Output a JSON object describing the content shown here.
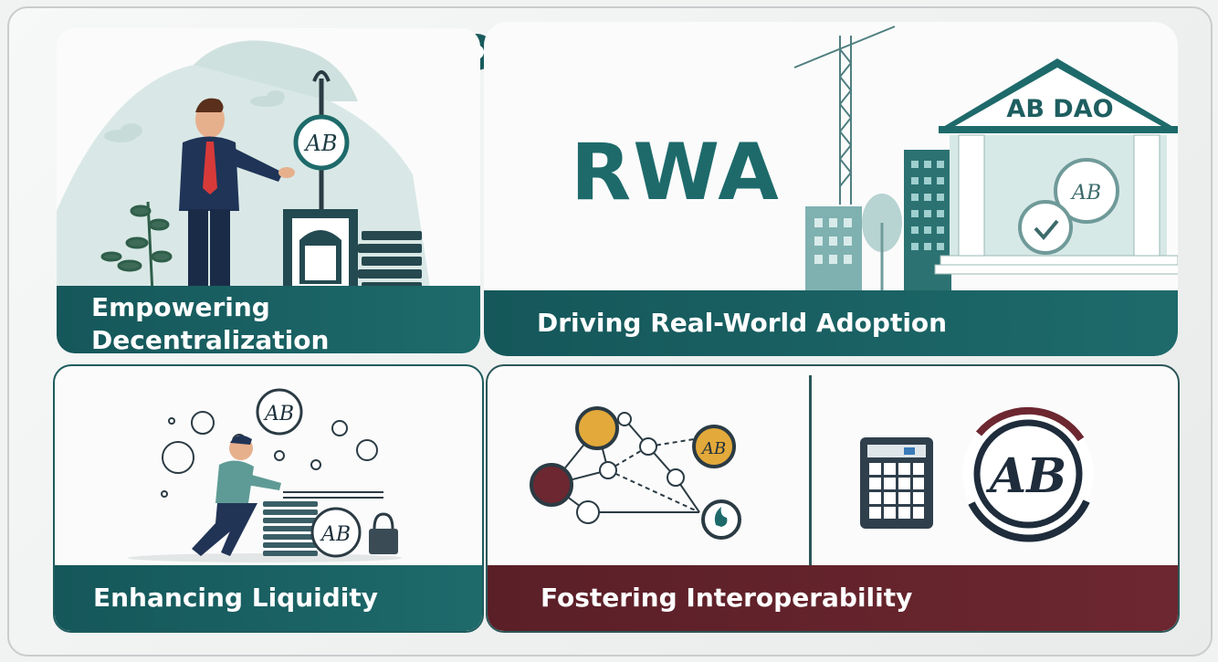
{
  "rwa_title": "RWA",
  "dao_label": "AB DAO",
  "token_mark": "AB",
  "panels": {
    "empowering": "Empowering\nDecentralization",
    "driving": "Driving Real-World Adoption",
    "liquidity": "Enhancing Liquidity",
    "interop": "Fostering Interoperability"
  },
  "colors": {
    "teal": "#1e6a6b",
    "maroon": "#6d2730",
    "gold": "#e3a93a"
  }
}
